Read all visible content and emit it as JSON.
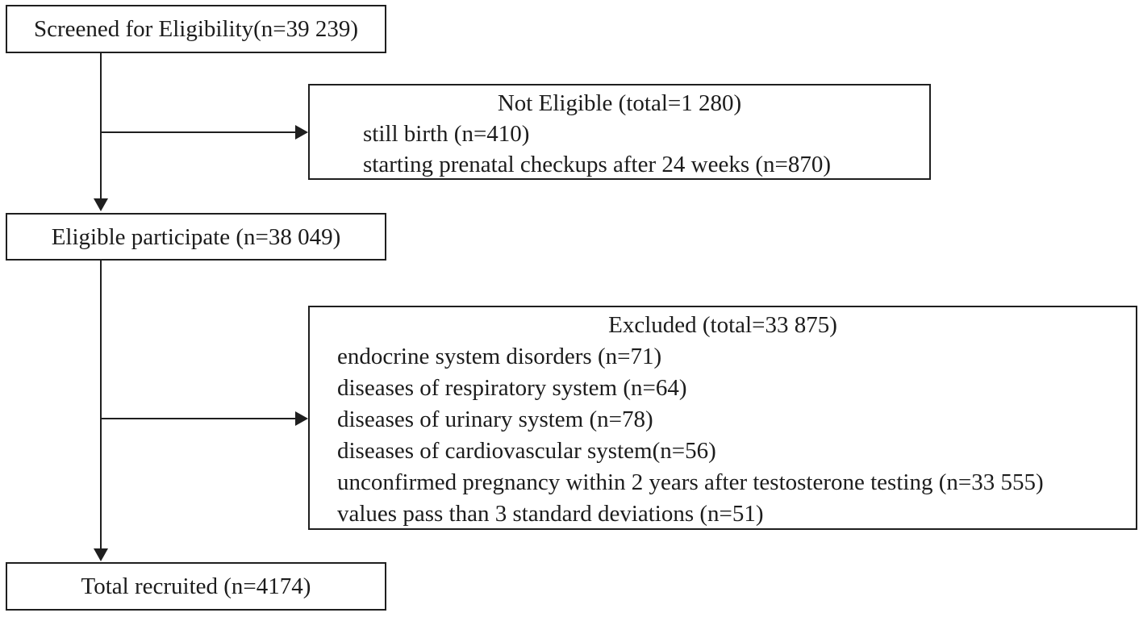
{
  "diagram": {
    "type": "participant-flow-chart",
    "colors": {
      "border": "#1f1f1f",
      "text": "#1c1c1c",
      "background": "#ffffff"
    },
    "nodes": {
      "screened": {
        "label": "Screened for Eligibility(n=39 239)"
      },
      "not_eligible": {
        "title": "Not Eligible (total=1 280)",
        "items": [
          "still birth (n=410)",
          "starting prenatal checkups after 24 weeks (n=870)"
        ]
      },
      "eligible": {
        "label": "Eligible participate (n=38 049)"
      },
      "excluded": {
        "title": "Excluded (total=33 875)",
        "items": [
          "endocrine system disorders (n=71)",
          "diseases of respiratory system (n=64)",
          "diseases of urinary system (n=78)",
          "diseases of cardiovascular system(n=56)",
          "unconfirmed pregnancy within 2 years after testosterone testing (n=33 555)",
          "values pass than 3 standard deviations (n=51)"
        ]
      },
      "total": {
        "label": "Total recruited (n=4174)"
      }
    }
  }
}
